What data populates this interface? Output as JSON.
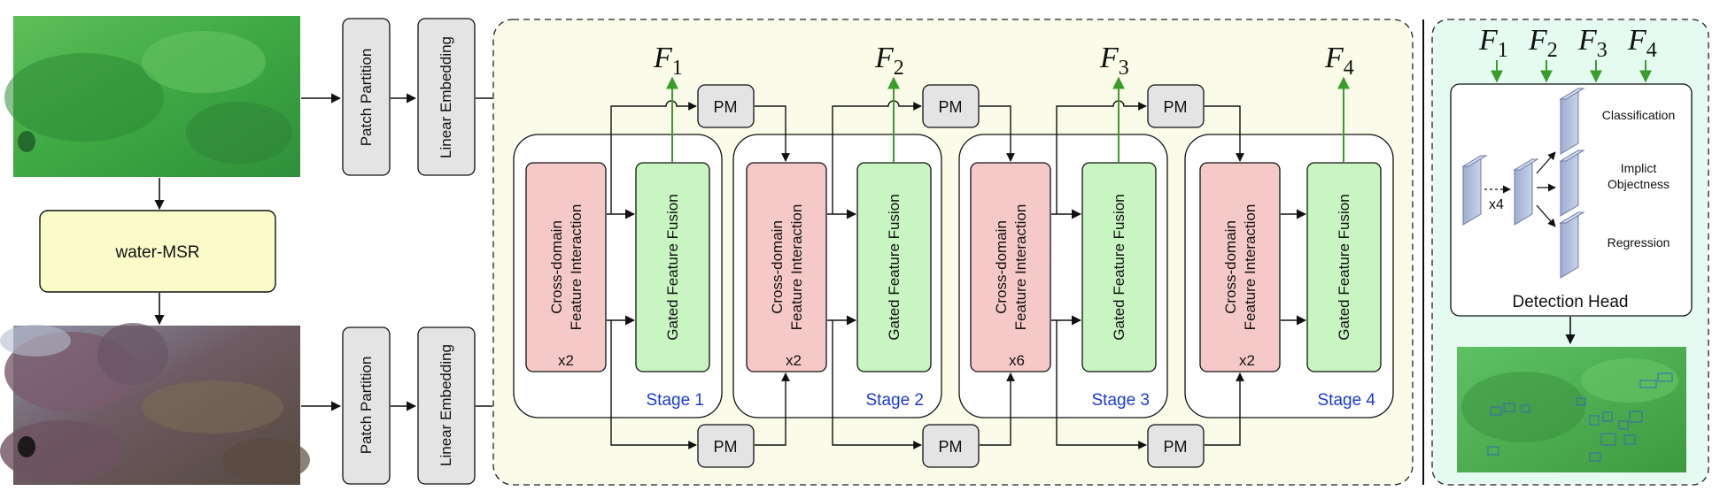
{
  "top_branch": {
    "patch_partition": "Patch Partition",
    "linear_embedding": "Linear Embedding"
  },
  "bottom_branch": {
    "patch_partition": "Patch Partition",
    "linear_embedding": "Linear Embedding"
  },
  "enhancer": {
    "label": "water-MSR"
  },
  "stages": [
    {
      "label": "Stage 1",
      "interaction": [
        "Cross-domain",
        "Feature Interaction"
      ],
      "repeat": "x2",
      "fusion": "Gated Feature Fusion",
      "output": "F",
      "output_sub": "1",
      "pm_top": "PM",
      "pm_bottom": "PM"
    },
    {
      "label": "Stage 2",
      "interaction": [
        "Cross-domain",
        "Feature Interaction"
      ],
      "repeat": "x2",
      "fusion": "Gated Feature Fusion",
      "output": "F",
      "output_sub": "2",
      "pm_top": "PM",
      "pm_bottom": "PM"
    },
    {
      "label": "Stage 3",
      "interaction": [
        "Cross-domain",
        "Feature Interaction"
      ],
      "repeat": "x6",
      "fusion": "Gated Feature Fusion",
      "output": "F",
      "output_sub": "3",
      "pm_top": "PM",
      "pm_bottom": "PM"
    },
    {
      "label": "Stage 4",
      "interaction": [
        "Cross-domain",
        "Feature Interaction"
      ],
      "repeat": "x2",
      "fusion": "Gated Feature Fusion",
      "output": "F",
      "output_sub": "4"
    }
  ],
  "head": {
    "title": "Detection Head",
    "inputs": [
      {
        "letter": "F",
        "sub": "1"
      },
      {
        "letter": "F",
        "sub": "2"
      },
      {
        "letter": "F",
        "sub": "3"
      },
      {
        "letter": "F",
        "sub": "4"
      }
    ],
    "repeat": "x4",
    "outputs": [
      "Classification",
      [
        "Implict",
        "Objectness"
      ],
      "Regression"
    ]
  },
  "colors": {
    "interaction_fill": "#f6c9c9",
    "fusion_fill": "#c8f5c2",
    "enhancer_fill": "#fbfbc9",
    "gray_fill": "#e4e4e4",
    "backbone_bg": "#fbfbea",
    "head_bg": "#e5fbf1",
    "green_arrow": "#3a9c2a",
    "stage_text": "#1a3ad6"
  }
}
